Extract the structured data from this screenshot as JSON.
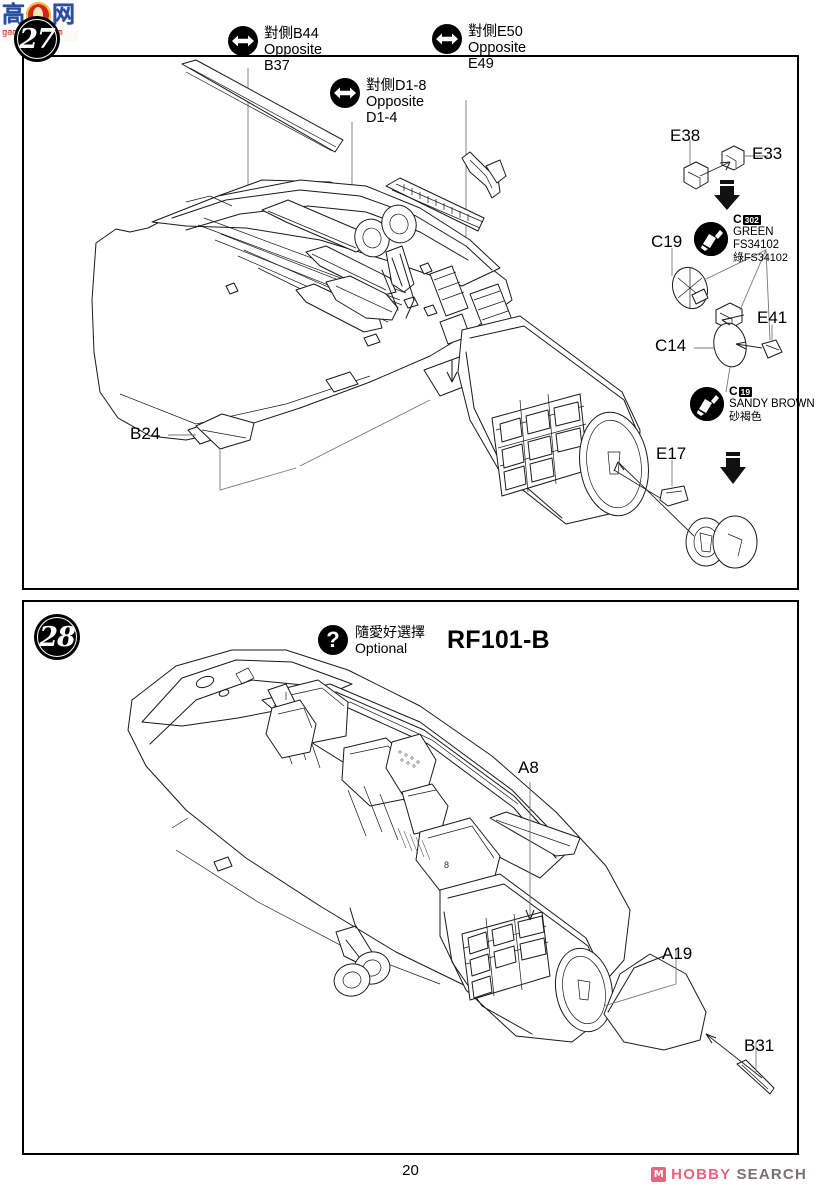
{
  "document": {
    "page_number": "20",
    "type": "model-kit-instruction-sheet"
  },
  "watermark": {
    "char_left": "高",
    "char_right": "网",
    "url": "gao-shop.com",
    "name": "gao-shop-watermark"
  },
  "steps": [
    {
      "number": "27",
      "callouts": [
        {
          "icon": "double-arrow-icon",
          "line1": "對側B44",
          "line2": "Opposite",
          "line3": "B37"
        },
        {
          "icon": "double-arrow-icon",
          "line1": "對側D1-8",
          "line2": "Opposite",
          "line3": "D1-4"
        },
        {
          "icon": "double-arrow-icon",
          "line1": "對側E50",
          "line2": "Opposite",
          "line3": "E49"
        }
      ],
      "part_labels": [
        "B24",
        "E38",
        "E33",
        "C19",
        "C14",
        "E41",
        "E17"
      ],
      "paints": [
        {
          "letter": "C",
          "number": "302",
          "english": "GREEN FS34102",
          "chinese": "綠FS34102"
        },
        {
          "letter": "C",
          "number": "19",
          "english": "SANDY BROWN",
          "chinese": "砂褐色"
        }
      ]
    },
    {
      "number": "28",
      "optional": {
        "icon": "question-mark-icon",
        "line1": "隨愛好選擇",
        "line2": "Optional"
      },
      "variant_title": "RF101-B",
      "part_labels": [
        "A8",
        "A19",
        "B31"
      ]
    }
  ],
  "footer": {
    "page_number": "20",
    "logo_mark": "M",
    "logo_text_primary": "HOBBY",
    "logo_text_secondary": "SEARCH"
  },
  "colors": {
    "ink": "#1a1a1a",
    "watermark_blue": "#2b4f9e",
    "watermark_red": "#d2271f",
    "hobby_pink": "#e8637f",
    "hobby_gray": "#7a6f72"
  }
}
